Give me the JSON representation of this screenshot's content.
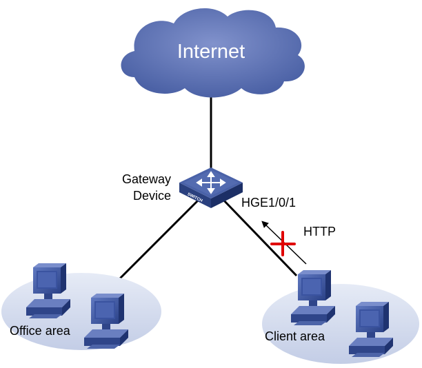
{
  "nodes": {
    "internet": {
      "label": "Internet"
    },
    "gateway": {
      "label_line1": "Gateway",
      "label_line2": "Device",
      "badge": "SWITCH"
    },
    "port": {
      "label": "HGE1/0/1"
    },
    "flow": {
      "label": "HTTP",
      "status": "blocked"
    },
    "office": {
      "label": "Office area"
    },
    "client": {
      "label": "Client area"
    }
  },
  "colors": {
    "cloud": "#5d73b3",
    "switch_top": "#3d5494",
    "switch_side": "#243a75",
    "area": "#cfd8ec",
    "block_mark": "#e00000",
    "link": "#000000"
  }
}
